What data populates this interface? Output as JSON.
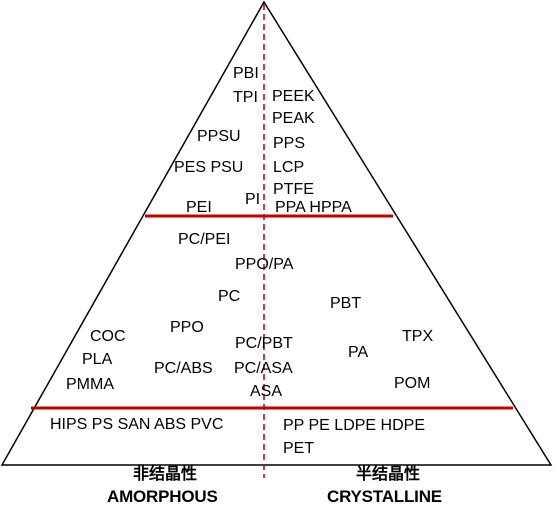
{
  "colors": {
    "outline": "#000000",
    "divider_line": "#c00000",
    "center_line": "#c00000",
    "text": "#000000",
    "background": "#ffffff"
  },
  "top_tier": {
    "pbi": "PBI",
    "tpi": "TPI",
    "peek": "PEEK",
    "peak": "PEAK",
    "ppsu": "PPSU",
    "pps": "PPS",
    "pes_psu": "PES PSU",
    "lcp": "LCP",
    "ptfe": "PTFE",
    "pi": "PI",
    "pei": "PEI",
    "ppa_hppa": "PPA HPPA"
  },
  "middle_tier": {
    "pc_pei": "PC/PEI",
    "ppo_pa": "PPO/PA",
    "pc": "PC",
    "pbt": "PBT",
    "ppo": "PPO",
    "coc": "COC",
    "tpx": "TPX",
    "pc_pbt": "PC/PBT",
    "pla": "PLA",
    "pa": "PA",
    "pc_abs": "PC/ABS",
    "pc_asa": "PC/ASA",
    "pmma": "PMMA",
    "pom": "POM",
    "asa": "ASA"
  },
  "bottom_tier": {
    "amorphous_list": "HIPS PS SAN ABS PVC",
    "crystalline_list_1": "PP PE LDPE HDPE",
    "crystalline_list_2": "PET"
  },
  "captions": {
    "amorphous_cn": "非结晶性",
    "amorphous_en": "AMORPHOUS",
    "crystalline_cn": "半结晶性",
    "crystalline_en": "CRYSTALLINE"
  }
}
